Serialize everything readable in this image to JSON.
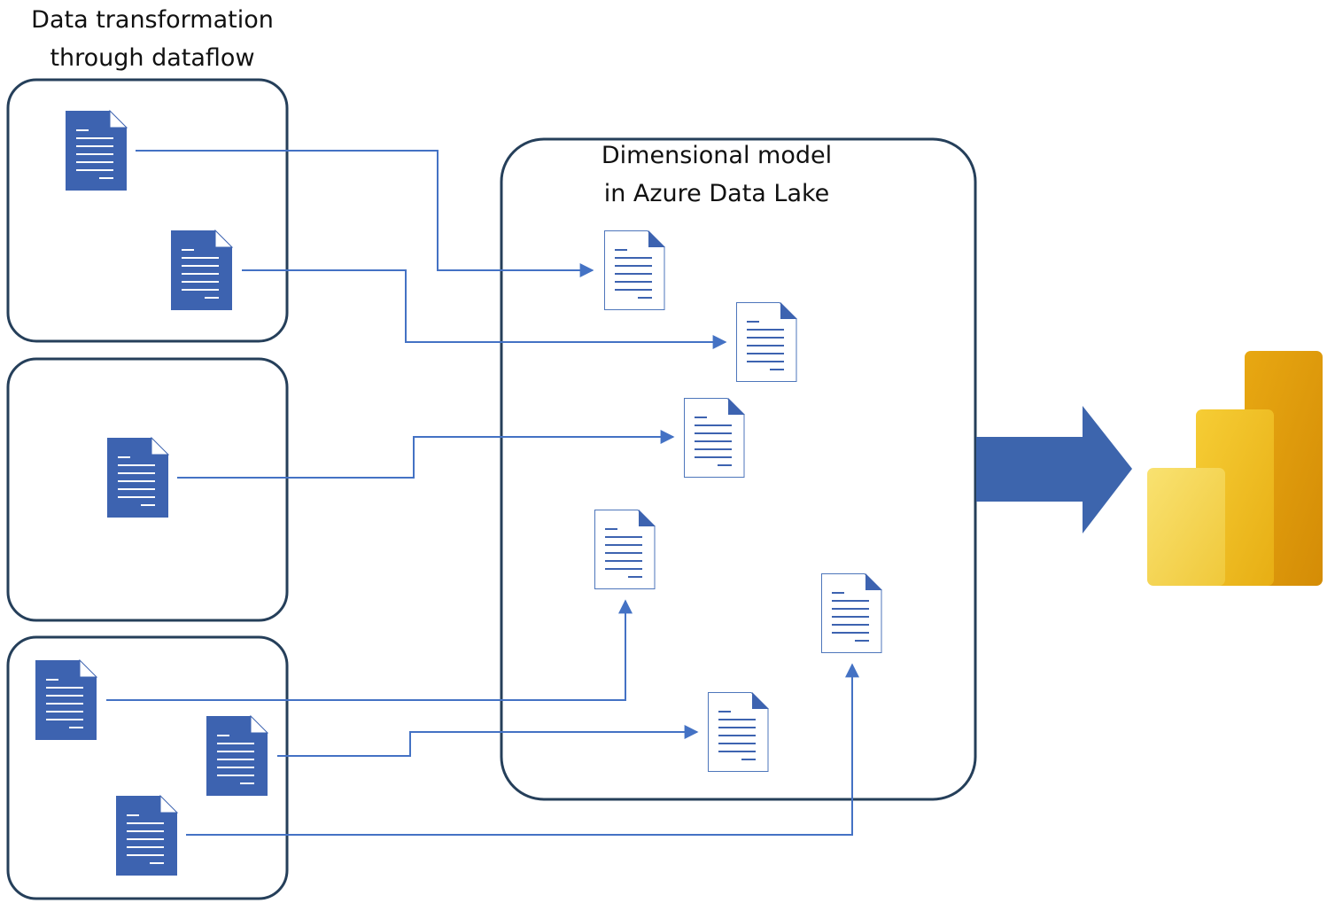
{
  "left_title": {
    "line1": "Data transformation",
    "line2": "through dataflow"
  },
  "center_title": {
    "line1": "Dimensional model",
    "line2": "in Azure Data Lake"
  },
  "colors": {
    "box_border": "#253f5a",
    "source_doc_fill": "#3d63b0",
    "target_doc_fill": "#ffffff",
    "target_doc_stroke": "#4e76bb",
    "connector": "#4472c4",
    "big_arrow": "#3d65ad",
    "powerbi_back": "#e3a00c",
    "powerbi_middle": "#f2c221",
    "powerbi_front": "#f5d85a"
  },
  "icons": {
    "source_document": "document-icon",
    "target_document": "document-outline-icon",
    "report_app": "power-bi-icon"
  }
}
